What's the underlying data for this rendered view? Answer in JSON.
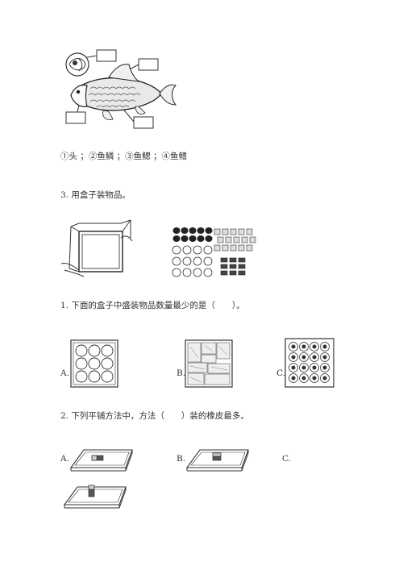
{
  "fish": {
    "labels_line": "①头 ；②鱼鳞 ；③鱼鳃 ；④鱼鳍"
  },
  "section3": {
    "title": "3. 用盒子装物品。"
  },
  "q1": {
    "text": "1. 下面的盒子中盛装物品数量最少的是（　　）。",
    "options": {
      "a": "A.",
      "b": "B.",
      "c": "C."
    }
  },
  "q2": {
    "text": "2. 下列平铺方法中，方法（　　）装的橡皮最多。",
    "options": {
      "a": "A.",
      "b": "B.",
      "c": "C."
    }
  }
}
